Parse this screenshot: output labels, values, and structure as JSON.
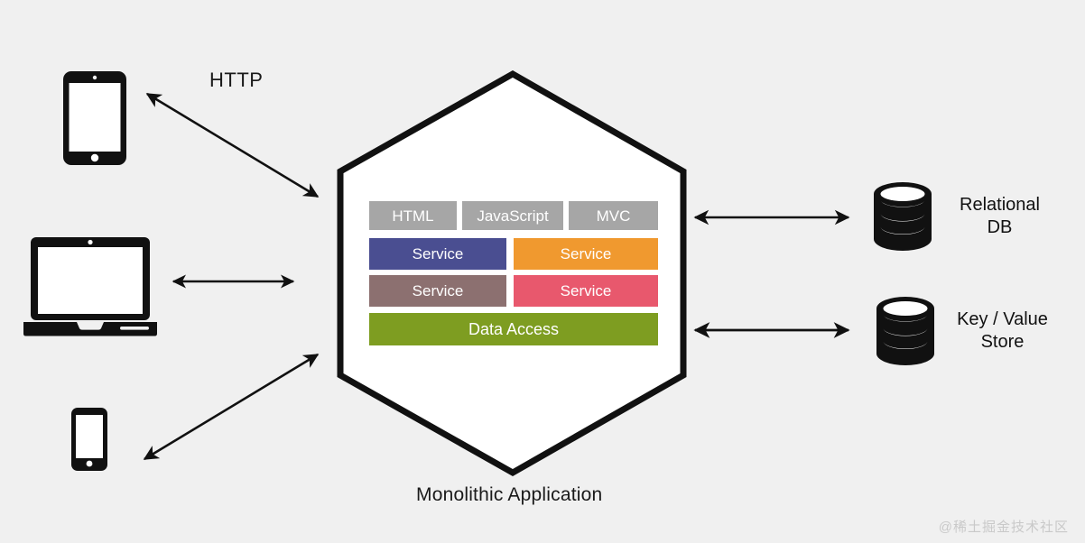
{
  "diagram": {
    "title": "Monolithic Application",
    "background_color": "#f0f0f0"
  },
  "labels": {
    "http": "HTTP",
    "monolith": "Monolithic Application",
    "watermark": "@稀土掘金技术社区"
  },
  "clients": [
    {
      "id": "tablet",
      "icon": "tablet-icon",
      "name": "tablet-device"
    },
    {
      "id": "laptop",
      "icon": "laptop-icon",
      "name": "laptop-device"
    },
    {
      "id": "phone",
      "icon": "phone-icon",
      "name": "phone-device"
    }
  ],
  "application": {
    "shape": "hexagon",
    "fill": "#ffffff",
    "stroke": "#111111",
    "layers": [
      {
        "name": "presentation",
        "boxes": [
          {
            "label": "HTML",
            "color": "#a6a6a6"
          },
          {
            "label": "JavaScript",
            "color": "#a6a6a6"
          },
          {
            "label": "MVC",
            "color": "#a6a6a6"
          }
        ]
      },
      {
        "name": "services",
        "boxes": [
          {
            "label": "Service",
            "color": "#4a4e91"
          },
          {
            "label": "Service",
            "color": "#f0992f"
          },
          {
            "label": "Service",
            "color": "#8c7070"
          },
          {
            "label": "Service",
            "color": "#e8586d"
          }
        ]
      },
      {
        "name": "data",
        "boxes": [
          {
            "label": "Data Access",
            "color": "#7e9d21"
          }
        ]
      }
    ]
  },
  "datastores": [
    {
      "id": "relational",
      "icon": "database-icon",
      "line1": "Relational",
      "line2": "DB"
    },
    {
      "id": "keyvalue",
      "icon": "database-icon",
      "line1": "Key / Value",
      "line2": "Store"
    }
  ],
  "connectors": [
    {
      "id": "tablet-to-app",
      "style": "double-arrow",
      "label": "HTTP"
    },
    {
      "id": "laptop-to-app",
      "style": "double-arrow",
      "label": ""
    },
    {
      "id": "phone-to-app",
      "style": "double-arrow",
      "label": ""
    },
    {
      "id": "app-to-relational",
      "style": "double-arrow",
      "label": ""
    },
    {
      "id": "app-to-keyvalue",
      "style": "double-arrow",
      "label": ""
    }
  ]
}
